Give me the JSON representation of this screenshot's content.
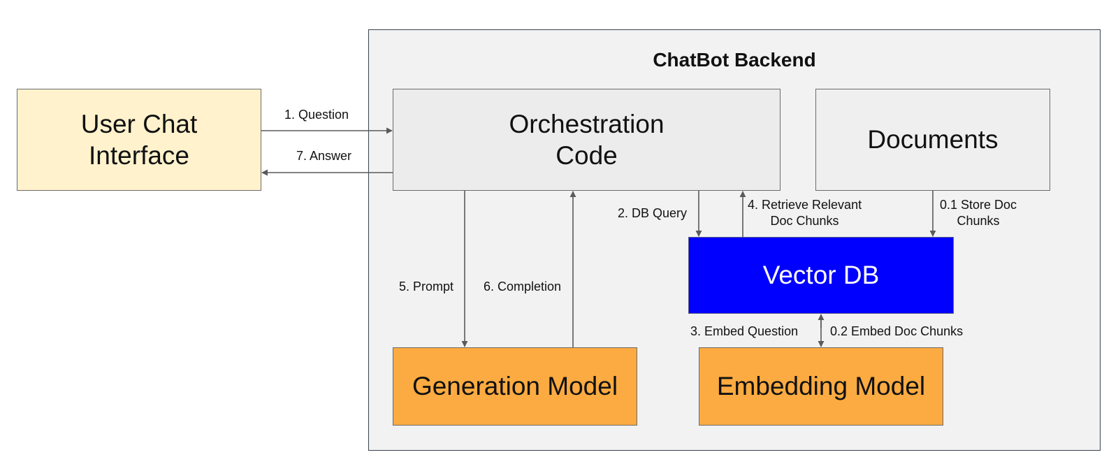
{
  "backend": {
    "title": "ChatBot Backend"
  },
  "nodes": {
    "user_chat": "User Chat\nInterface",
    "orchestration": "Orchestration\nCode",
    "documents": "Documents",
    "vector_db": "Vector DB",
    "generation_model": "Generation Model",
    "embedding_model": "Embedding Model"
  },
  "edges": {
    "question": "1. Question",
    "answer": "7. Answer",
    "db_query": "2. DB Query",
    "retrieve": "4. Retrieve Relevant\nDoc Chunks",
    "store_doc": "0.1 Store Doc\nChunks",
    "prompt": "5. Prompt",
    "completion": "6. Completion",
    "embed_question": "3. Embed  Question",
    "embed_doc": "0.2 Embed  Doc Chunks"
  },
  "colors": {
    "user_chat": "#fff2cc",
    "orchestration": "#ececec",
    "documents": "#efefef",
    "vector_db": "#0000ff",
    "models": "#fbab41",
    "backend": "#f2f2f2",
    "arrow": "#5a5a5a"
  }
}
